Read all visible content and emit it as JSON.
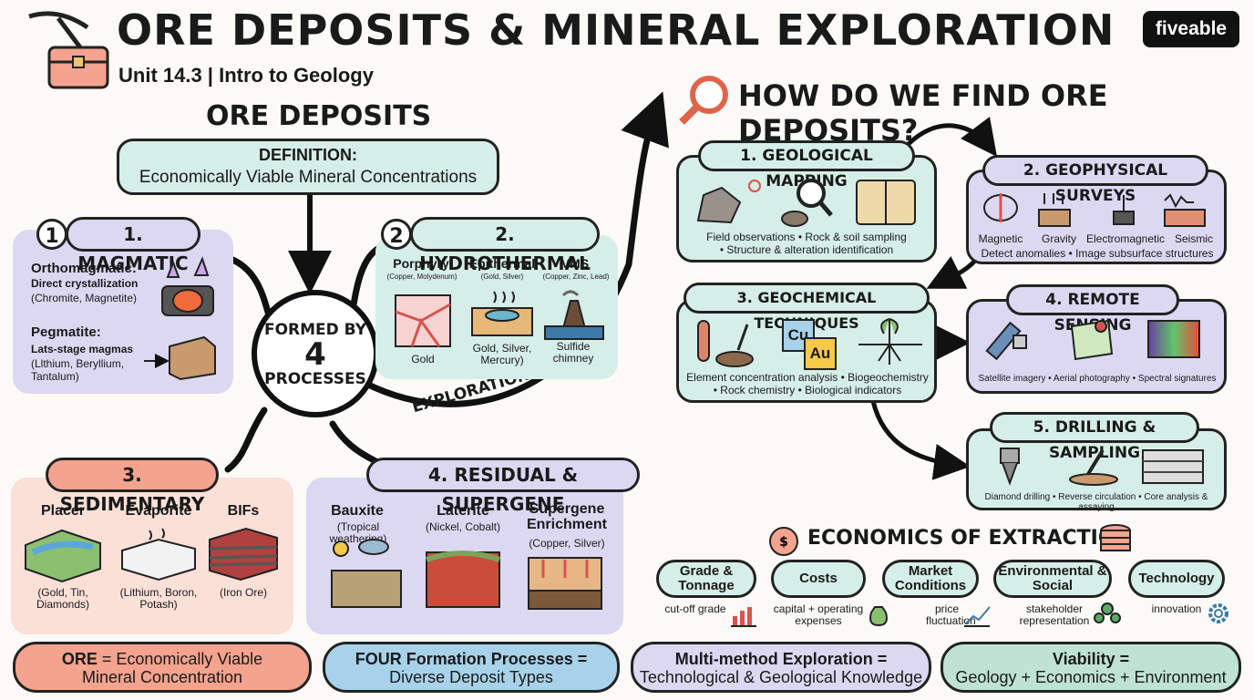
{
  "header": {
    "title": "ORE DEPOSITS & MINERAL EXPLORATION",
    "subtitle": "Unit 14.3 | Intro to Geology",
    "logo": "fiveable"
  },
  "ore": {
    "heading": "ORE DEPOSITS",
    "def_title": "DEFINITION:",
    "def_text": "Economically Viable Mineral Concentrations",
    "hub": {
      "line1": "FORMED BY",
      "line2": "4",
      "line3": "PROCESSES"
    },
    "arrow_label": "EXPLORATION PROCESS"
  },
  "magmatic": {
    "num": "1",
    "title": "1. MAGMATIC",
    "ortho_title": "Orthomagmatic:",
    "ortho_desc": "Direct crystallization",
    "ortho_ex": "(Chromite, Magnetite)",
    "peg_title": "Pegmatite:",
    "peg_desc": "Lats-stage magmas",
    "peg_ex": "(Llthium, Beryllium, Tantalum)"
  },
  "hydrothermal": {
    "num": "2",
    "title": "2. HYDROTHERMAL",
    "types": [
      {
        "name": "Porphyry",
        "ex": "(Copper, Molydenum)",
        "caption": "Gold"
      },
      {
        "name": "Epithermal",
        "ex": "(Gold, Silver)",
        "caption": "Gold, Silver, Mercury)"
      },
      {
        "name": "VMS",
        "ex": "(Copper, Zinc, Lead)",
        "caption": "Sulfide chimney"
      }
    ]
  },
  "sedimentary": {
    "title": "3. SEDIMENTARY",
    "types": [
      {
        "name": "Placer",
        "ex": "(Gold, Tin, Diamonds)"
      },
      {
        "name": "Evaporite",
        "ex": "(Lithium, Boron, Potash)"
      },
      {
        "name": "BIFs",
        "ex": "(Iron Ore)"
      }
    ]
  },
  "residual": {
    "title": "4. RESIDUAL & SUPERGENE",
    "types": [
      {
        "name": "Bauxite",
        "ex": "(Tropical weathering)"
      },
      {
        "name": "Laterite",
        "ex": "(Nickel, Cobalt)"
      },
      {
        "name": "Supergene Enrichment",
        "ex": "(Copper, Silver)"
      }
    ]
  },
  "find": {
    "heading": "HOW DO WE FIND ORE DEPOSITS?",
    "mapping": {
      "title": "1. GEOLOGICAL MAPPING",
      "line1": "Field observations • Rock & soil sampling",
      "line2": "• Structure & alteration identification"
    },
    "geophys": {
      "title": "2. GEOPHYSICAL SURVEYS",
      "labels": [
        "Magnetic",
        "Gravity",
        "Electromagnetic",
        "Seismic"
      ],
      "line": "Detect anomalies • Image subsurface structures"
    },
    "geochem": {
      "title": "3. GEOCHEMICAL TECHNIQUES",
      "cu": "Cu",
      "au": "Au",
      "line1": "Element concentration analysis • Biogeochemistry",
      "line2": "• Rock chemistry • Biological indicators"
    },
    "remote": {
      "title": "4. REMOTE SENSING",
      "line": "Satellite imagery • Aerial photography • Spectral signatures"
    },
    "drilling": {
      "title": "5. DRILLING & SAMPLING",
      "line": "Diamond drilling • Reverse circulation • Core analysis & assaying"
    }
  },
  "econ": {
    "heading": "ECONOMICS OF EXTRACTION",
    "items": [
      {
        "label": "Grade & Tonnage",
        "note": "cut-off grade"
      },
      {
        "label": "Costs",
        "note": "capital + operating expenses"
      },
      {
        "label": "Market Conditions",
        "note": "price fluctuation"
      },
      {
        "label": "Environmental & Social",
        "note": "stakeholder representation"
      },
      {
        "label": "Technology",
        "note": "innovation"
      }
    ]
  },
  "summary": [
    {
      "bold": "ORE",
      "rest": " = Economically Viable",
      "line2": "Mineral Concentration"
    },
    {
      "bold": "FOUR Formation Processes =",
      "rest": "",
      "line2": "Diverse Deposit Types"
    },
    {
      "bold": "Multi-method Exploration =",
      "rest": "",
      "line2": "Technological & Geological Knowledge"
    },
    {
      "bold": "Viability =",
      "rest": "",
      "line2": "Geology + Economics + Environment"
    }
  ],
  "colors": {
    "teal": "#d6eee8",
    "lavender": "#dcd8f2",
    "salmon": "#f4a38e",
    "pink": "#fbe0d8",
    "blue": "#a8d2ea",
    "green": "#bfe3d3"
  }
}
